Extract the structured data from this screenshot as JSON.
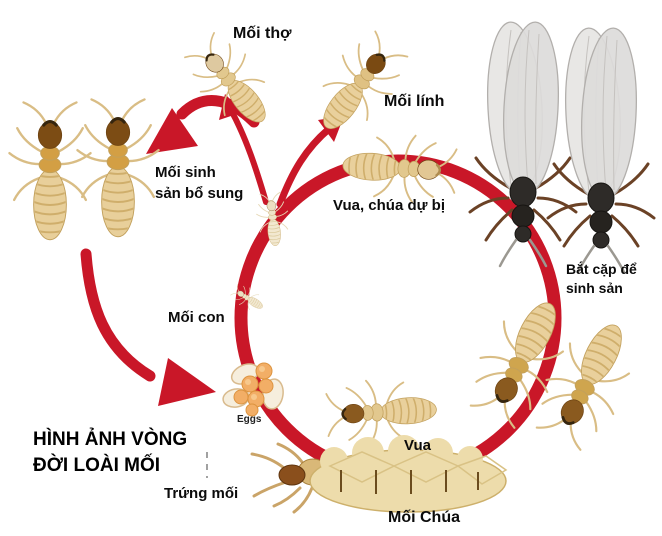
{
  "title": {
    "line1": "HÌNH ẢNH VÒNG",
    "line2": "ĐỜI LOÀI MỐI"
  },
  "labels": {
    "worker": "Mối thợ",
    "soldier": "Mối lính",
    "supplementary_line1": "Mối sinh",
    "supplementary_line2": "sản bổ sung",
    "reserve_royals": "Vua, chúa dự bị",
    "pairing_line1": "Bắt cặp để",
    "pairing_line2": "sinh sản",
    "young": "Mối con",
    "eggs_caption": "Eggs",
    "eggs_label": "Trứng mối",
    "king": "Vua",
    "queen": "Mối Chúa"
  },
  "colors": {
    "cycle_red": "#c91728",
    "body_tan": "#e9d09c",
    "head_brown": "#96621f",
    "wing_gray": "#e6e5e3",
    "alate_dark": "#2e2b28"
  },
  "figures": [
    "supplementary-reproductive-pair",
    "worker-termite",
    "soldier-termite",
    "reserve-king-queen-termite",
    "winged-alate-pair",
    "dealate-reproductive-pair",
    "king-termite",
    "queen-termite",
    "nymph-termite",
    "young-larva",
    "egg-cluster"
  ]
}
